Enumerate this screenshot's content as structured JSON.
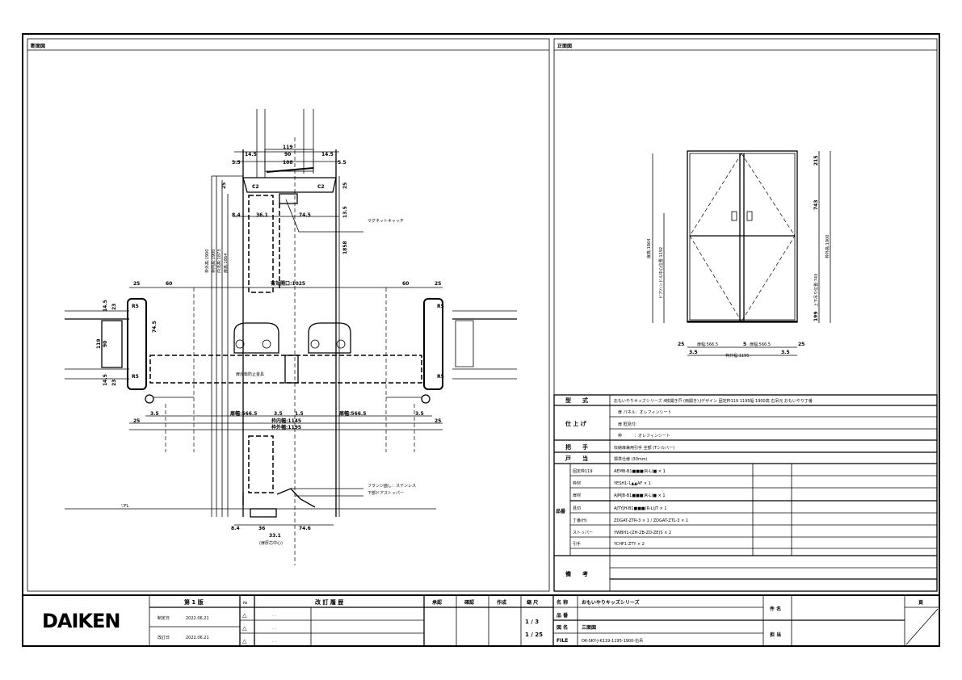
{
  "panels": {
    "section_title": "断面図",
    "front_title": "正面図"
  },
  "section_dims": {
    "top_119": "119",
    "top_14_5a": "14.5",
    "top_90": "90",
    "top_14_5b": "14.5",
    "top_5_5a": "5.5",
    "top_108": "108",
    "top_5_5b": "5.5",
    "c2a": "C2",
    "c2b": "C2",
    "d25a": "25",
    "d25b": "25",
    "d8_4": "8.4",
    "d36_1": "36.1",
    "d74_5": "74.5",
    "d13_5": "13.5",
    "d1858": "1858",
    "magnet": "マグネットキャッチ",
    "h1900": "枠外高:1900",
    "h1900b": "枠内高:1900",
    "h1873": "内法高:1873",
    "h1864": "扉高:1864",
    "w60a": "60",
    "w60b": "60",
    "w25a": "25",
    "w25b": "25",
    "w1025": "有効開口:1025",
    "r5a": "R5",
    "r5b": "R5",
    "r5c": "R5",
    "r5d": "R5",
    "s14_5a": "14.5",
    "s23a": "23",
    "s119": "119",
    "s90": "90",
    "s14_5b": "14.5",
    "s23b": "23",
    "s74_5": "74.5",
    "glass": "扉反転防止金具",
    "b3_5a": "3.5",
    "b566a": "扉幅:566.5",
    "b3_5b": "3.5",
    "b1_5": "1.5",
    "b566b": "扉幅:566.5",
    "b3_5c": "3.5",
    "b25a": "25",
    "b25b": "25",
    "w1145": "枠内幅:1145",
    "w1195": "枠外幅:1195",
    "flange": "フランジ面し：ステンレス",
    "stopper": "下部ドアストッパー",
    "fl": "▽FL",
    "f8_4": "8.4",
    "f36": "36",
    "f74_6": "74.6",
    "f33_1": "33.1",
    "f_center": "(扉厚芯中心)"
  },
  "front_dims": {
    "h1864": "扉高:1864",
    "h1192": "ドアハンドル中心位置:1192",
    "d215": "215",
    "d743": "743",
    "h1900": "枠外高:1900",
    "h743": "上下吊り位置:743",
    "d199": "199",
    "w25a": "25",
    "w566a": "扉幅:566.5",
    "w5": "5",
    "w566b": "扉幅:566.5",
    "w25b": "25",
    "w3_5a": "3.5",
    "w1195": "枠外幅:1195",
    "w3_5b": "3.5"
  },
  "spec": {
    "model_label": "型　　式",
    "model_value": "おもいやりキッズシリーズ 4枚開き戸 (両開き) Jデザイン 固定枠119 1195幅 1900高 右吊元 おもいやり丁番",
    "finish_label": "仕 上 げ",
    "finish_rows": [
      "扉 パネル：オレフィンシート",
      "扉 框見付：",
      "枠　　　：オレフィンシート"
    ],
    "handle_label": "把　　手",
    "handle_value": "収納扉兼用引手 全部 (Tシルバー)",
    "stop_label": "戸　　当",
    "stop_value": "標準仕様 (30mm)",
    "parts_label": "品番",
    "parts": [
      {
        "name": "固定枠119",
        "code": "AEMB-B1■■■(R-L)■ × 1"
      },
      {
        "name": "枠材",
        "code": "YESH1-1▲▲AF × 1"
      },
      {
        "name": "扉材",
        "code": "AJMJB-B1■■■(R-L)■ × 1"
      },
      {
        "name": "見切",
        "code": "AJTYJH-B1■■■(R-L)JT × 1"
      },
      {
        "name": "丁番(H)",
        "code": "ZDGAT-ZTR-3 × 1 / ZDGAT-ZTL-3 × 1"
      },
      {
        "name": "ストッパー",
        "code": "YWBH1-(ZH-ZB-ZD-ZE)S × 2"
      },
      {
        "name": "引手",
        "code": "YCHF1-ZTY × 2"
      }
    ],
    "notes_label": "備　　考"
  },
  "title_block": {
    "logo": "DAIKEN",
    "edition": "第 1 版",
    "created_label": "制定日",
    "created_date": "2022.06.21",
    "revised_label": "改訂日",
    "revised_date": "2022.06.21",
    "no_label": "№",
    "history_label": "改 訂 履 歴",
    "rev_marks": [
      "△",
      "△",
      "△"
    ],
    "rev_dates": [
      ". .",
      ". .",
      ". ."
    ],
    "approve": "承認",
    "check": "確認",
    "make": "作成",
    "scale_label": "縮 尺",
    "scales": [
      "1 / 3",
      "1 / 25"
    ],
    "name_label": "名 称",
    "name_value": "おもいやりキッズシリーズ",
    "part_label": "品 番",
    "part_value": "",
    "drawing_label": "図 名",
    "drawing_value": "三面図",
    "file_label": "FILE",
    "file_value": "OK-SKY-J-K119-1195-1900-右吊",
    "subject_label": "件 名",
    "staff_label": "担 当",
    "page_label": "頁"
  }
}
